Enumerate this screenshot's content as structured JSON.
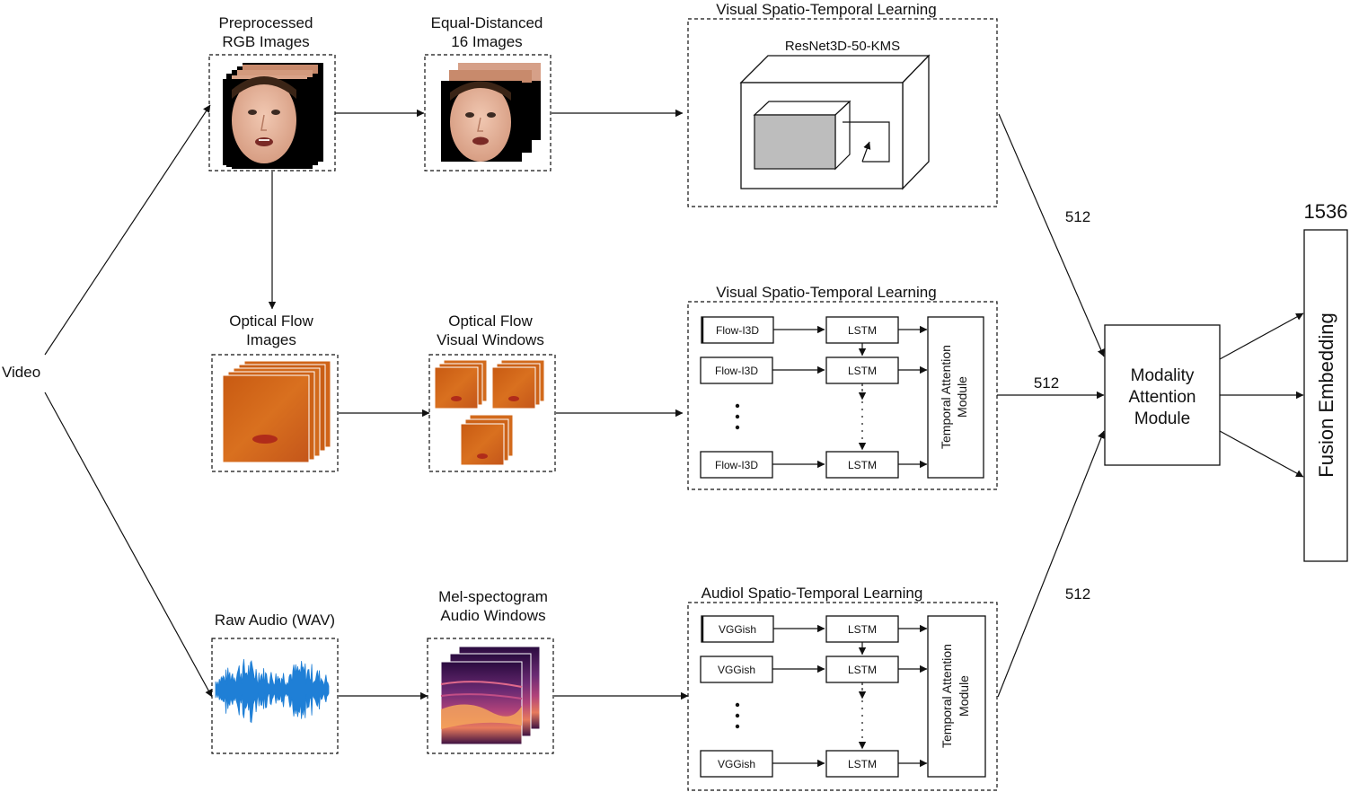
{
  "input": {
    "video": "Video"
  },
  "rows": {
    "rgb": {
      "source_label_line1": "Preprocessed",
      "source_label_line2": "RGB Images",
      "sample_label_line1": "Equal-Distanced",
      "sample_label_line2": "16 Images",
      "block_title": "Visual Spatio-Temporal Learning",
      "model_label": "ResNet3D-50-KMS"
    },
    "flow": {
      "source_label_line1": "Optical Flow",
      "source_label_line2": "Images",
      "sample_label_line1": "Optical Flow",
      "sample_label_line2": "Visual Windows",
      "block_title": "Visual Spatio-Temporal Learning",
      "encoder": "Flow-I3D",
      "lstm": "LSTM",
      "attention_line1": "Temporal Attention",
      "attention_line2": "Module"
    },
    "audio": {
      "source_label": "Raw Audio (WAV)",
      "sample_label_line1": "Mel-spectogram",
      "sample_label_line2": "Audio Windows",
      "block_title": "Audiol Spatio-Temporal Learning",
      "encoder": "VGGish",
      "lstm": "LSTM",
      "attention_line1": "Temporal Attention",
      "attention_line2": "Module"
    }
  },
  "dims": {
    "rgb": "512",
    "flow": "512",
    "audio": "512",
    "fusion": "1536"
  },
  "fusion": {
    "attention_line1": "Modality",
    "attention_line2": "Attention",
    "attention_line3": "Module",
    "embedding": "Fusion Embedding"
  },
  "colors": {
    "skin": "#e9b89f",
    "hair": "#3a2416",
    "flow": "#d4661a",
    "waveform": "#1f7fd6",
    "mel_dark": "#2a0b3f",
    "mel_mid": "#a93b7a",
    "mel_hot": "#f4a55a"
  }
}
